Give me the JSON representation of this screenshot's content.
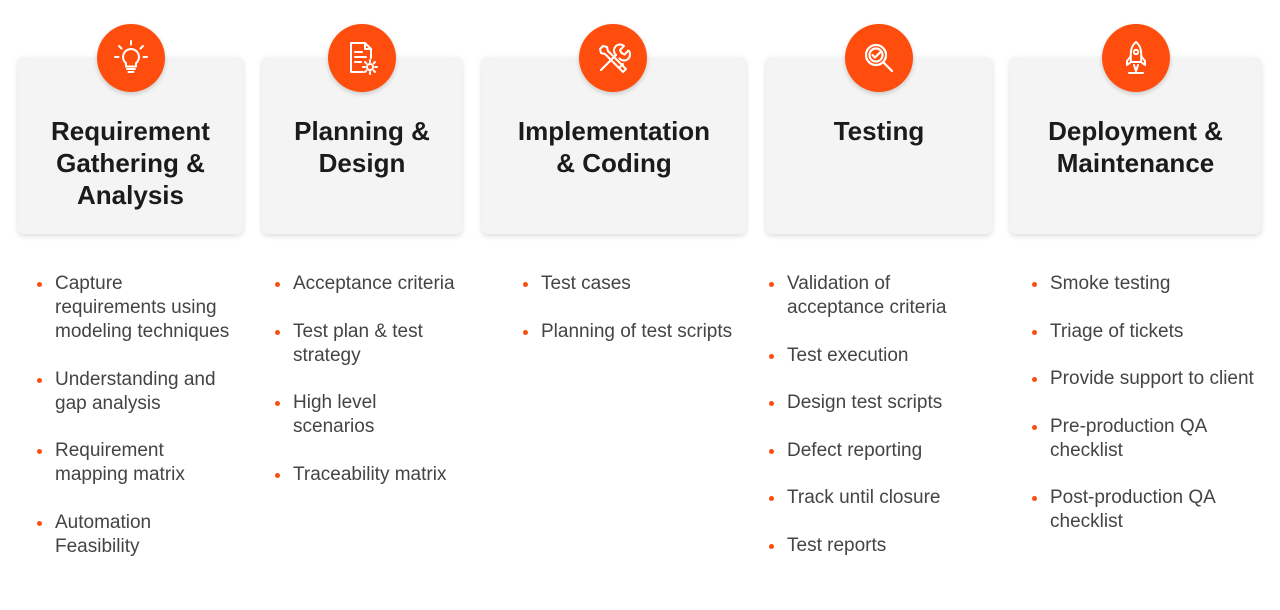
{
  "accent_color": "#ff4d0d",
  "stages": [
    {
      "icon": "lightbulb-icon",
      "title": "Requirement\nGathering &\nAnalysis",
      "items": [
        "Capture requirements using modeling techniques",
        "Understanding and gap analysis",
        "Requirement mapping matrix",
        "Automation Feasibility"
      ]
    },
    {
      "icon": "document-gear-icon",
      "title": "Planning &\nDesign",
      "items": [
        "Acceptance criteria",
        "Test plan & test strategy",
        "High level scenarios",
        "Traceability matrix"
      ]
    },
    {
      "icon": "wrench-pencil-icon",
      "title": "Implementation\n& Coding",
      "items": [
        "Test cases",
        "Planning of test scripts"
      ]
    },
    {
      "icon": "magnifier-check-icon",
      "title": "Testing",
      "items": [
        "Validation of acceptance criteria",
        "Test execution",
        "Design test scripts",
        "Defect reporting",
        "Track until closure",
        "Test reports"
      ]
    },
    {
      "icon": "rocket-icon",
      "title": "Deployment &\nMaintenance",
      "items": [
        "Smoke testing",
        "Triage of tickets",
        "Provide support to client",
        "Pre-production QA checklist",
        "Post-production QA checklist"
      ]
    }
  ]
}
